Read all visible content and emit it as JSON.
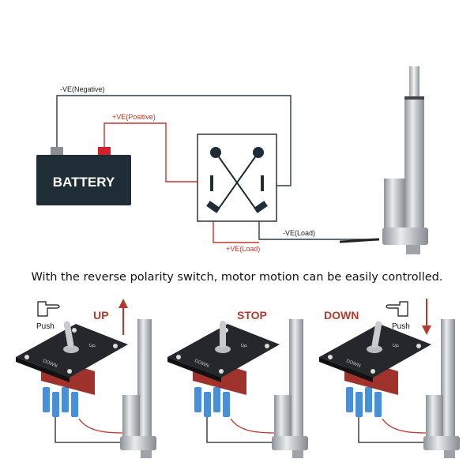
{
  "diagram": {
    "battery_label": "BATTERY",
    "neg_label": "-VE(Negative)",
    "pos_label": "+VE(Positive)",
    "neg_load_label": "-VE(Load)",
    "pos_load_label": "+VE(Load)",
    "colors": {
      "negative_wire": "#2b3a44",
      "positive_wire": "#c0392b",
      "battery": "#1f2d36",
      "pos_terminal": "#d0202a",
      "neg_terminal": "#8a8f94"
    }
  },
  "caption": "With the reverse polarity switch, motor motion can be easily controlled.",
  "panels": [
    {
      "state": "UP",
      "push": "Push",
      "plate_up": "UP",
      "plate_down": "DOWN",
      "arrow": "up"
    },
    {
      "state": "STOP",
      "plate_up": "UP",
      "plate_down": "DOWN"
    },
    {
      "state": "DOWN",
      "push": "Push",
      "plate_up": "UP",
      "plate_down": "DOWN",
      "arrow": "down"
    }
  ]
}
